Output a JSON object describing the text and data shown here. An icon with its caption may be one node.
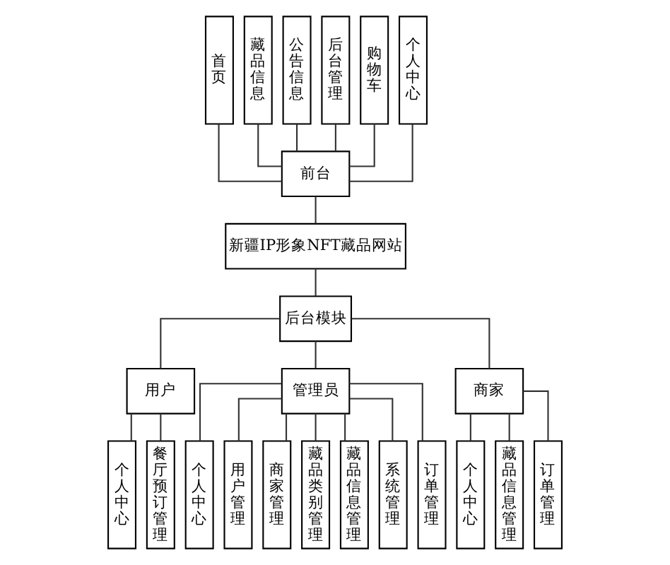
{
  "diagram": {
    "nodes": [
      {
        "text": [
          "首页"
        ]
      },
      {
        "text": [
          "藏品信息"
        ]
      },
      {
        "text": [
          "公告信息"
        ]
      },
      {
        "text": [
          "后台管理"
        ]
      },
      {
        "text": [
          "购物车"
        ]
      },
      {
        "text": [
          "个人中心"
        ]
      },
      {
        "text": [
          "前台"
        ]
      },
      {
        "text": [
          "新疆IP形象NFT藏品网站"
        ]
      },
      {
        "text": [
          "后台模块"
        ]
      },
      {
        "text": [
          "用户"
        ]
      },
      {
        "text": [
          "管理员"
        ]
      },
      {
        "text": [
          "商家"
        ]
      },
      {
        "text": [
          "个人中心"
        ]
      },
      {
        "text": [
          "餐厅预订管理"
        ]
      },
      {
        "text": [
          "个人中心"
        ]
      },
      {
        "text": [
          "用户管理"
        ]
      },
      {
        "text": [
          "商家管理"
        ]
      },
      {
        "text": [
          "藏品类别管理"
        ]
      },
      {
        "text": [
          "藏品信息管理"
        ]
      },
      {
        "text": [
          "系统管理"
        ]
      },
      {
        "text": [
          "订单管理"
        ]
      },
      {
        "text": [
          "个人中心"
        ]
      },
      {
        "text": [
          "藏品信息管理"
        ]
      },
      {
        "text": [
          "订单管理"
        ]
      }
    ],
    "edges": [
      {
        "from": 0,
        "to": 6,
        "arrow": "none"
      },
      {
        "from": 1,
        "to": 6,
        "arrow": "none"
      },
      {
        "from": 2,
        "to": 6,
        "arrow": "none"
      },
      {
        "from": 3,
        "to": 6,
        "arrow": "none"
      },
      {
        "from": 4,
        "to": 6,
        "arrow": "none"
      },
      {
        "from": 5,
        "to": 6,
        "arrow": "none"
      },
      {
        "from": 6,
        "to": 7,
        "arrow": "none"
      },
      {
        "from": 7,
        "to": 8,
        "arrow": "none"
      },
      {
        "from": 8,
        "to": 9,
        "arrow": "none"
      },
      {
        "from": 8,
        "to": 10,
        "arrow": "none"
      },
      {
        "from": 8,
        "to": 11,
        "arrow": "none"
      },
      {
        "from": 9,
        "to": 12,
        "arrow": "none"
      },
      {
        "from": 9,
        "to": 13,
        "arrow": "none"
      },
      {
        "from": 10,
        "to": 14,
        "arrow": "none"
      },
      {
        "from": 10,
        "to": 15,
        "arrow": "none"
      },
      {
        "from": 10,
        "to": 16,
        "arrow": "none"
      },
      {
        "from": 10,
        "to": 17,
        "arrow": "none"
      },
      {
        "from": 10,
        "to": 18,
        "arrow": "none"
      },
      {
        "from": 10,
        "to": 19,
        "arrow": "none"
      },
      {
        "from": 10,
        "to": 20,
        "arrow": "none"
      },
      {
        "from": 11,
        "to": 21,
        "arrow": "none"
      },
      {
        "from": 11,
        "to": 22,
        "arrow": "none"
      },
      {
        "from": 11,
        "to": 23,
        "arrow": "none"
      }
    ]
  }
}
